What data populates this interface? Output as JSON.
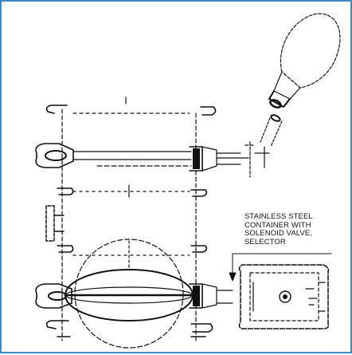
{
  "diagram": {
    "callout": {
      "lines": [
        "STAINLESS STEEL",
        "CONTAINER WITH",
        "SOLENOID VALVE,",
        "SELECTOR"
      ]
    },
    "colors": {
      "frame": "#3f88c4",
      "ink": "#111111",
      "background": "#ffffff"
    }
  }
}
